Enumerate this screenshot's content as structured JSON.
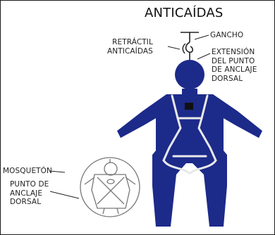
{
  "title": "ANTICAÍDAS",
  "labels": {
    "retractil": [
      "RETRÁCTIL",
      "ANTICAÍDAS"
    ],
    "gancho": "GANCHO",
    "extension": [
      "EXTENSIÓN",
      "DEL PUNTO",
      "DE ANCLAJE",
      "DORSAL"
    ],
    "mosqueton": "MOSQUETÓN",
    "punto": [
      "PUNTO DE",
      "ANCLAJE",
      "DORSAL"
    ]
  },
  "colors": {
    "suit": "#1c2a8a",
    "harness": "#e8e8e8",
    "text": "#222222",
    "inset": "#777777"
  }
}
